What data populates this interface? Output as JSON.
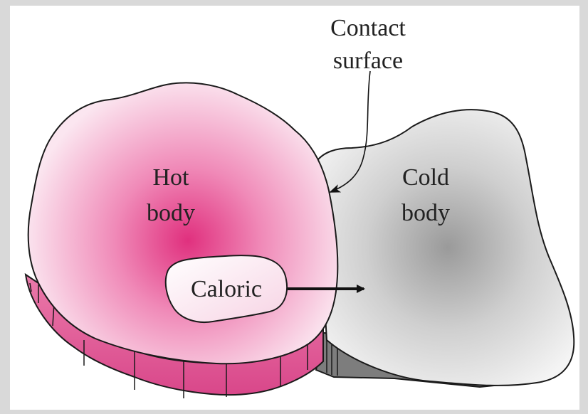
{
  "labels": {
    "contact_line1": "Contact",
    "contact_line2": "surface",
    "hot_line1": "Hot",
    "hot_line2": "body",
    "cold_line1": "Cold",
    "cold_line2": "body",
    "caloric": "Caloric"
  },
  "colors": {
    "frame": "#d9d9d9",
    "hot_center": "#e0307e",
    "hot_edge": "#fbe6f0",
    "hot_side": "#e05a96",
    "cold_center": "#9a9a9a",
    "cold_edge": "#f2f2f2",
    "cold_side": "#8a8a8a",
    "outline": "#1a1a1a"
  }
}
